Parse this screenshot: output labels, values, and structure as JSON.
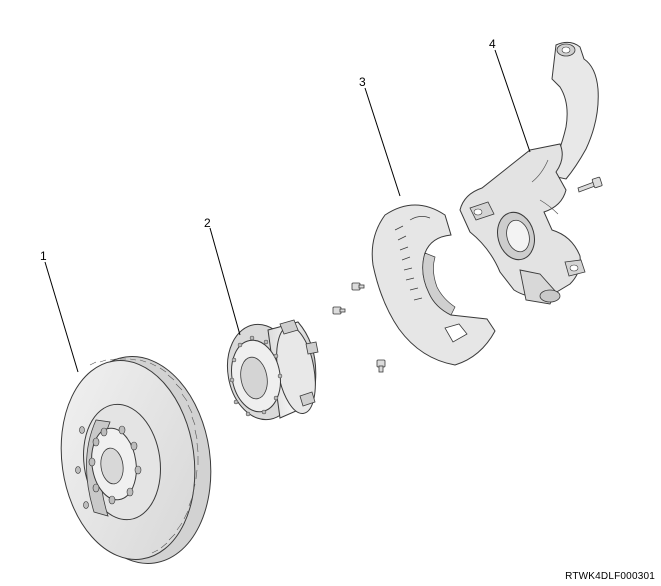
{
  "diagram": {
    "callouts": [
      {
        "id": "1",
        "label": "1"
      },
      {
        "id": "2",
        "label": "2"
      },
      {
        "id": "3",
        "label": "3"
      },
      {
        "id": "4",
        "label": "4"
      }
    ],
    "reference_code": "RTWK4DLF000301",
    "colors": {
      "part_fill": "#e9e9e9",
      "part_shade": "#cfcfcf",
      "outline": "#3a3a3a",
      "leader": "#000000"
    }
  }
}
